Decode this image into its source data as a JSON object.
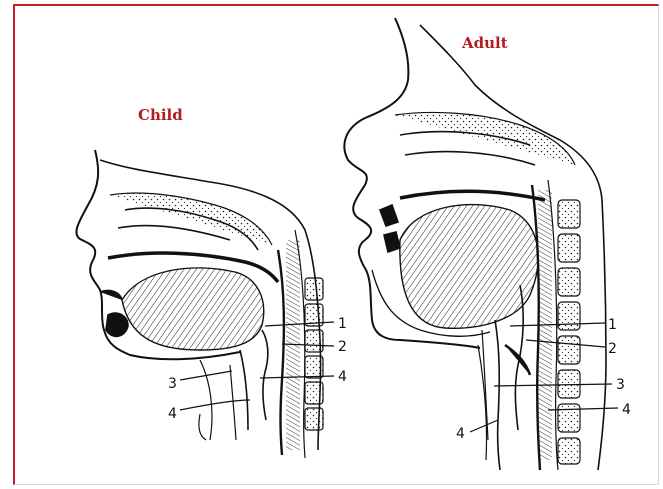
{
  "titles": {
    "child": "Child",
    "adult": "Adult"
  },
  "child_labels": [
    "1",
    "2",
    "3",
    "4",
    "4"
  ],
  "adult_labels": [
    "1",
    "2",
    "3",
    "4",
    "4"
  ],
  "colors": {
    "title": "#b01c22",
    "frame": "#c0202a",
    "ink": "#111111"
  }
}
